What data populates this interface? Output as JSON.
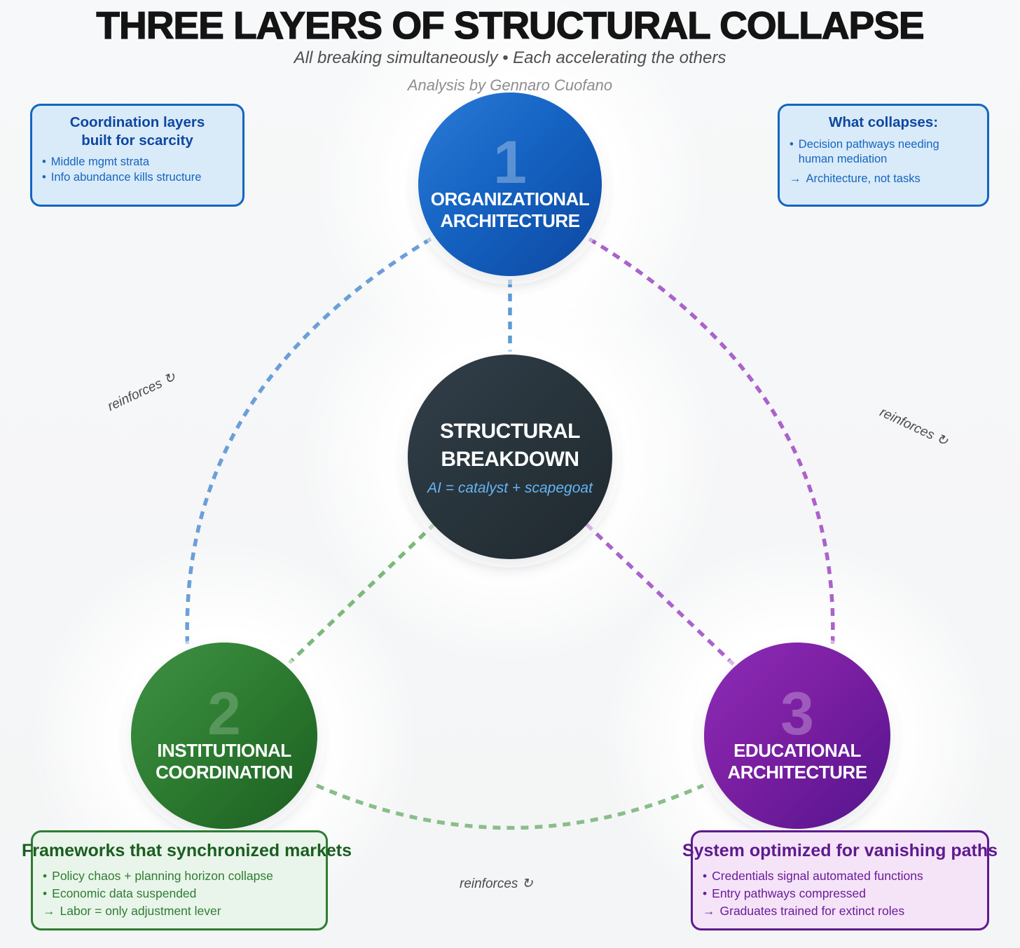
{
  "header": {
    "title": "THREE LAYERS OF STRUCTURAL COLLAPSE",
    "subtitle": "All breaking simultaneously • Each accelerating the others",
    "attribution": "Analysis by Gennaro Cuofano"
  },
  "nodes": {
    "organizational": {
      "number": "1",
      "line1": "ORGANIZATIONAL",
      "line2": "ARCHITECTURE"
    },
    "breakdown": {
      "line1": "STRUCTURAL",
      "line2": "BREAKDOWN",
      "note": "AI = catalyst + scapegoat"
    },
    "institutional": {
      "number": "2",
      "line1": "INSTITUTIONAL",
      "line2": "COORDINATION"
    },
    "educational": {
      "number": "3",
      "line1": "EDUCATIONAL",
      "line2": "ARCHITECTURE"
    }
  },
  "callouts": {
    "top_left": {
      "title_line1": "Coordination layers",
      "title_line2": "built for scarcity",
      "bullets": [
        {
          "marker": "•",
          "text": "Middle mgmt strata"
        },
        {
          "marker": "•",
          "text": "Info abundance kills structure"
        }
      ]
    },
    "top_right": {
      "title": "What collapses:",
      "bullets": [
        {
          "marker": "•",
          "text": "Decision pathways needing human mediation"
        },
        {
          "marker": "→",
          "text": "Architecture, not tasks"
        }
      ]
    },
    "bottom_left": {
      "title": "Frameworks that synchronized markets",
      "bullets": [
        {
          "marker": "•",
          "text": "Policy chaos + planning horizon collapse"
        },
        {
          "marker": "•",
          "text": "Economic data suspended"
        },
        {
          "marker": "→",
          "text": "Labor = only adjustment lever"
        }
      ]
    },
    "bottom_right": {
      "title": "System optimized for vanishing paths",
      "bullets": [
        {
          "marker": "•",
          "text": "Credentials signal automated functions"
        },
        {
          "marker": "•",
          "text": "Entry pathways compressed"
        },
        {
          "marker": "→",
          "text": "Graduates trained for extinct roles"
        }
      ]
    }
  },
  "labels": {
    "reinforces_left": "reinforces ↻",
    "reinforces_right": "reinforces ↻",
    "reinforces_bottom": "reinforces ↻"
  },
  "colors": {
    "blue": "#1565c0",
    "dark": "#263238",
    "green": "#2e7d32",
    "purple": "#7b1fa2",
    "note_blue": "#64b5f6",
    "dash_blue": "#6b9fd8",
    "dash_green": "#80b980",
    "dash_purple": "#ab62cc"
  }
}
